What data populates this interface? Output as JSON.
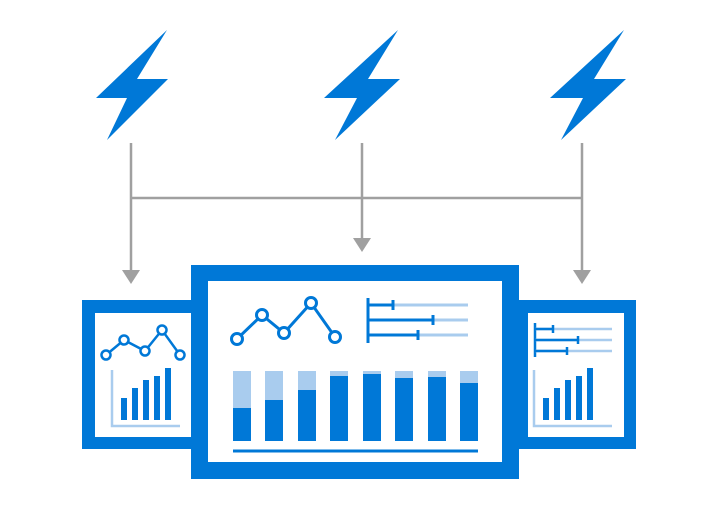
{
  "colors": {
    "primary": "#0078d7",
    "light": "#a9ccee",
    "connector": "#a0a0a0",
    "background": "#ffffff"
  },
  "sources": [
    {
      "icon": "lightning-bolt-icon"
    },
    {
      "icon": "lightning-bolt-icon"
    },
    {
      "icon": "lightning-bolt-icon"
    }
  ],
  "dashboards": [
    {
      "name": "left-dashboard",
      "widgets": [
        "line-chart-icon",
        "bar-chart-icon"
      ]
    },
    {
      "name": "center-dashboard",
      "widgets": [
        "line-chart-icon",
        "gantt-chart-icon",
        "stacked-bar-chart-icon"
      ]
    },
    {
      "name": "right-dashboard",
      "widgets": [
        "gantt-chart-icon",
        "bar-chart-icon"
      ]
    }
  ]
}
